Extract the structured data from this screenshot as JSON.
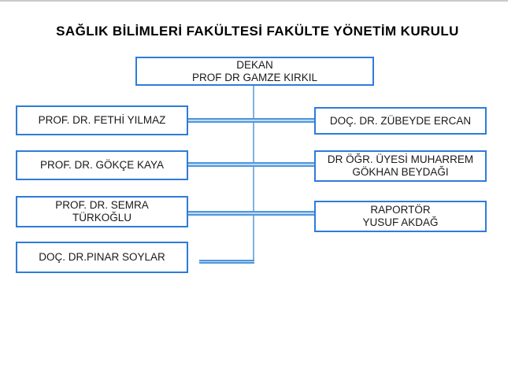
{
  "title": "SAĞLIK BİLİMLERİ FAKÜLTESİ FAKÜLTE YÖNETİM KURULU",
  "org_chart": {
    "root": {
      "role": "DEKAN",
      "name": "PROF DR GAMZE KIRKIL",
      "label": "DEKAN\nPROF DR GAMZE KIRKIL"
    },
    "left_column": [
      {
        "label": "PROF. DR. FETHİ YILMAZ"
      },
      {
        "label": "PROF. DR. GÖKÇE KAYA"
      },
      {
        "label": "PROF. DR. SEMRA\nTÜRKOĞLU"
      },
      {
        "label": "DOÇ. DR.PINAR SOYLAR"
      }
    ],
    "right_column": [
      {
        "label": "DOÇ. DR. ZÜBEYDE ERCAN"
      },
      {
        "label": "DR ÖĞR. ÜYESİ MUHARREM\nGÖKHAN BEYDAĞI"
      },
      {
        "label": "RAPORTÖR\nYUSUF AKDAĞ"
      }
    ]
  },
  "colors": {
    "box_border": "#2e7cd8",
    "connector_outer": "#4f97dc",
    "connector_fill": "#bcdaf5",
    "trunk_line": "#7fb2e2",
    "top_border": "#c9c9c9",
    "text": "#1a1a1a"
  }
}
